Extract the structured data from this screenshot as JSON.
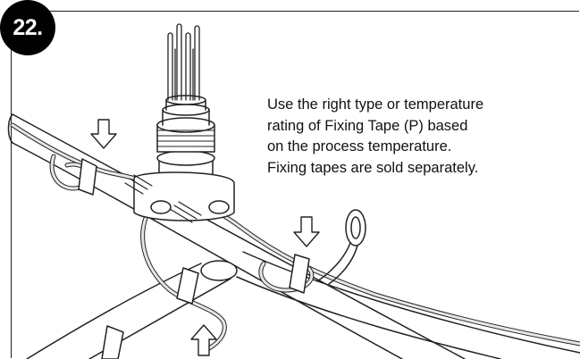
{
  "step": {
    "number_label": "22."
  },
  "instruction": {
    "lines": [
      "Use the right type or temperature",
      "rating of Fixing Tape (P) based",
      "on the process temperature.",
      "Fixing tapes are sold separately."
    ]
  },
  "style": {
    "line_color": "#222222",
    "pipe_fill": "#ffffff",
    "cable_fill": "#e6e6e6"
  }
}
